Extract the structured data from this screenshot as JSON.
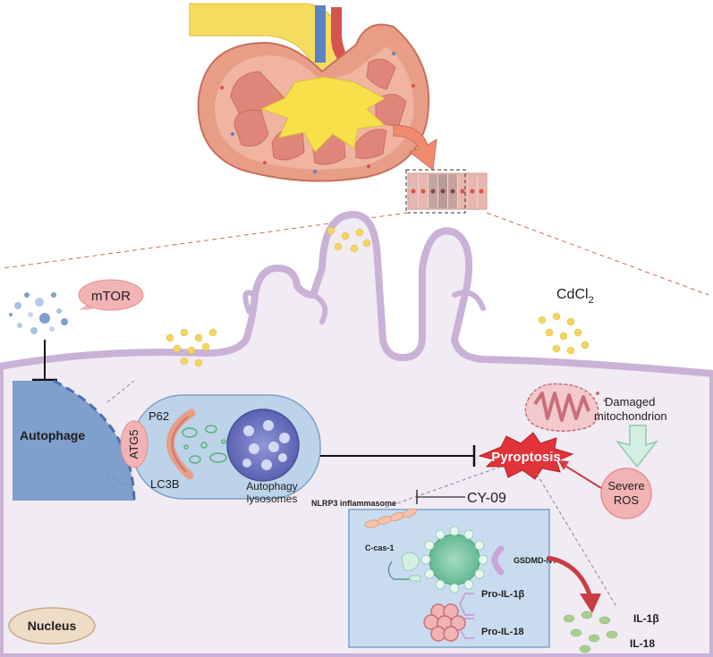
{
  "labels": {
    "mtor": "mTOR",
    "cdcl2_main": "CdCl",
    "cdcl2_sub": "2",
    "autophage": "Autophage",
    "atg5": "ATG5",
    "p62": "P62",
    "lc3b": "LC3B",
    "autophagy_lysosomes_1": "Autophagy",
    "autophagy_lysosomes_2": "lysosomes",
    "pyroptosis": "Pyroptosis",
    "damaged_mito_1": "Damaged",
    "damaged_mito_2": "mitochondrion",
    "severe_ros_1": "Severe",
    "severe_ros_2": "ROS",
    "nlrp3": "NLRP3 inflammasome",
    "cy09": "CY-09",
    "ccas1": "C-cas-1",
    "gsdmd": "GSDMD-NT",
    "pro_il1b": "Pro-IL-1β",
    "pro_il18": "Pro-IL-18",
    "il1b": "IL-1β",
    "il18": "IL-18",
    "nucleus": "Nucleus"
  },
  "colors": {
    "cell_fill": "#f1ebf3",
    "membrane": "#c9b2d6",
    "autophagosome_fill": "#bcd3ea",
    "nucleus_quarter": "#7f9fcd",
    "pyroptosis_star": "#e0343a",
    "mito": "#c86f78",
    "bubble_pink": "#f2b3b5",
    "inflammasome_box": "#c9dcef",
    "kidney_cortex": "#e79d86",
    "kidney_pelvis": "#f7e04a",
    "ureter": "#f6dc5e"
  }
}
